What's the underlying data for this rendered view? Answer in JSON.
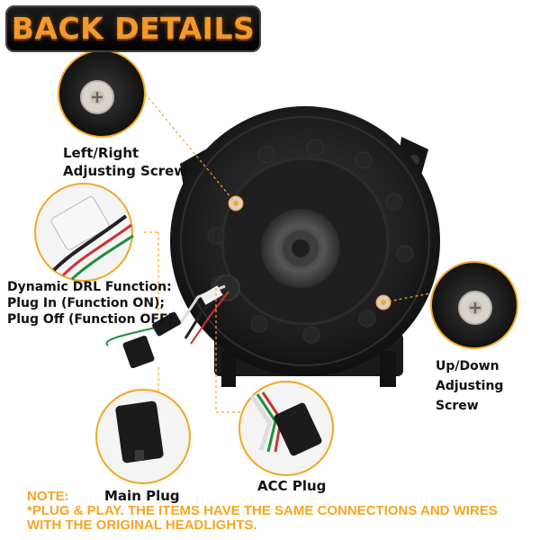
{
  "title": "BACK DETAILS",
  "labels": {
    "left_right_1": "Left/Right",
    "left_right_2": "Adjusting Screw",
    "drl_1": "Dynamic DRL Function:",
    "drl_2": "Plug In (Function ON);",
    "drl_3": "Plug Off (Function OFF)",
    "up_down_1": "Up/Down",
    "up_down_2": "Adjusting Screw",
    "main_plug": "Main Plug",
    "acc_plug": "ACC Plug"
  },
  "note": {
    "heading": "NOTE:",
    "line1": "*PLUG & PLAY. THE ITEMS HAVE THE SAME CONNECTIONS AND WIRES",
    "line2": "WITH THE ORIGINAL HEADLIGHTS."
  },
  "colors": {
    "accent": "#f39a2b",
    "leader": "#f5a623",
    "note": "#f5a623"
  }
}
